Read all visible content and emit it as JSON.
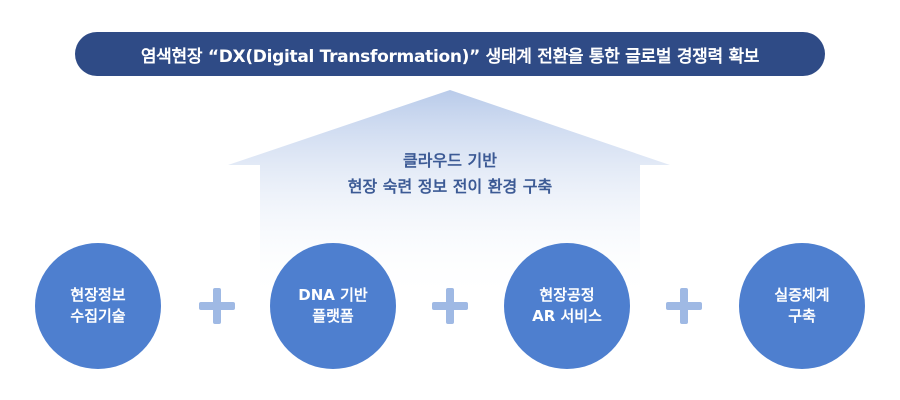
{
  "banner": {
    "text": "염색현장 “DX(Digital Transformation)” 생태계 전환을 통한 글로벌 경쟁력 확보"
  },
  "arrow": {
    "line1": "클라우드 기반",
    "line2": "현장 숙련 정보 전이 환경 구축"
  },
  "pillars": [
    {
      "line1": "현장정보",
      "line2": "수집기술"
    },
    {
      "line1": "DNA 기반",
      "line2": "플랫폼"
    },
    {
      "line1": "현장공정",
      "line2": "AR 서비스"
    },
    {
      "line1": "실증체계",
      "line2": "구축"
    }
  ],
  "colors": {
    "banner": "#2f4b86",
    "arrow_top": "#b9cbea",
    "circle": "#4e7fcf",
    "plus": "#9fb9e4",
    "arrow_text": "#3c5a95"
  }
}
